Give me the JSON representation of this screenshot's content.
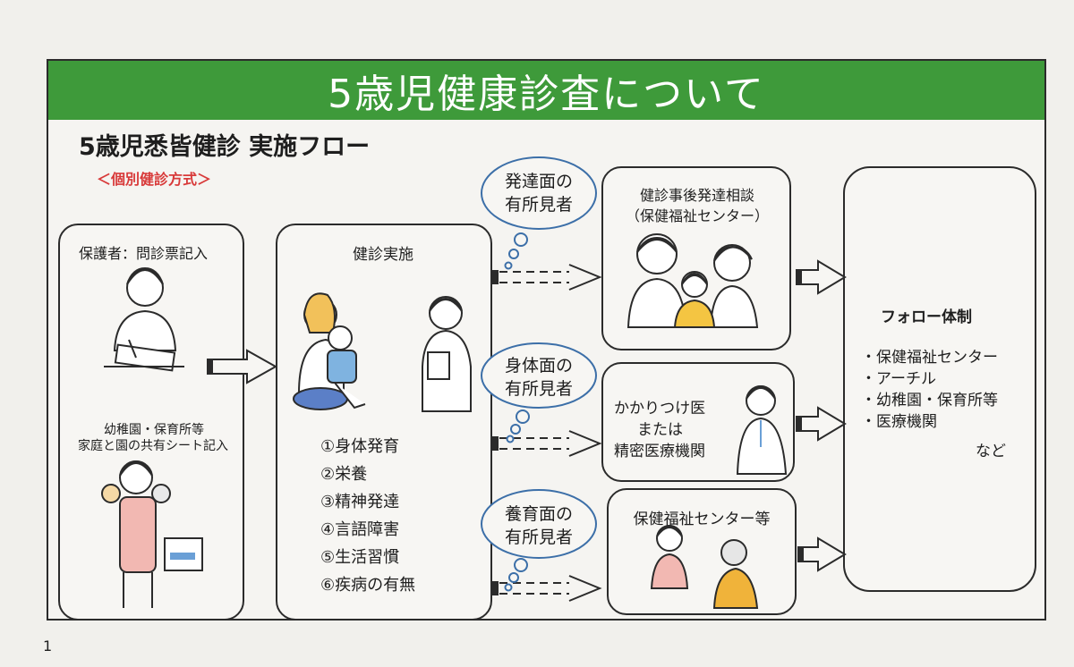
{
  "title": "5歳児健康診査について",
  "subtitle": "5歳児悉皆健診 実施フロー",
  "method": "＜個別健診方式＞",
  "left_box": {
    "guardian_label": "保護者：問診票記入",
    "school_label_line1": "幼稚園・保育所等",
    "school_label_line2": "家庭と園の共有シート記入"
  },
  "center_box": {
    "title": "健診実施",
    "items": [
      "①身体発育",
      "②栄養",
      "③精神発達",
      "④言語障害",
      "⑤生活習慣",
      "⑥疾病の有無"
    ]
  },
  "clouds": [
    {
      "line1": "発達面の",
      "line2": "有所見者"
    },
    {
      "line1": "身体面の",
      "line2": "有所見者"
    },
    {
      "line1": "養育面の",
      "line2": "有所見者"
    }
  ],
  "right_boxes": {
    "consult_line1": "健診事後発達相談",
    "consult_line2": "（保健福祉センター）",
    "doctor_line1": "かかりつけ医",
    "doctor_line2": "または",
    "doctor_line3": "精密医療機関",
    "welfare": "保健福祉センター等"
  },
  "follow": {
    "title": "フォロー体制",
    "items": [
      "・保健福祉センター",
      "・アーチル",
      "・幼稚園・保育所等",
      "・医療機関"
    ],
    "etc": "など"
  },
  "page_number": "1",
  "colors": {
    "banner": "#3e9a3a",
    "method_red": "#d83a3a",
    "outline": "#2b2b2b"
  }
}
